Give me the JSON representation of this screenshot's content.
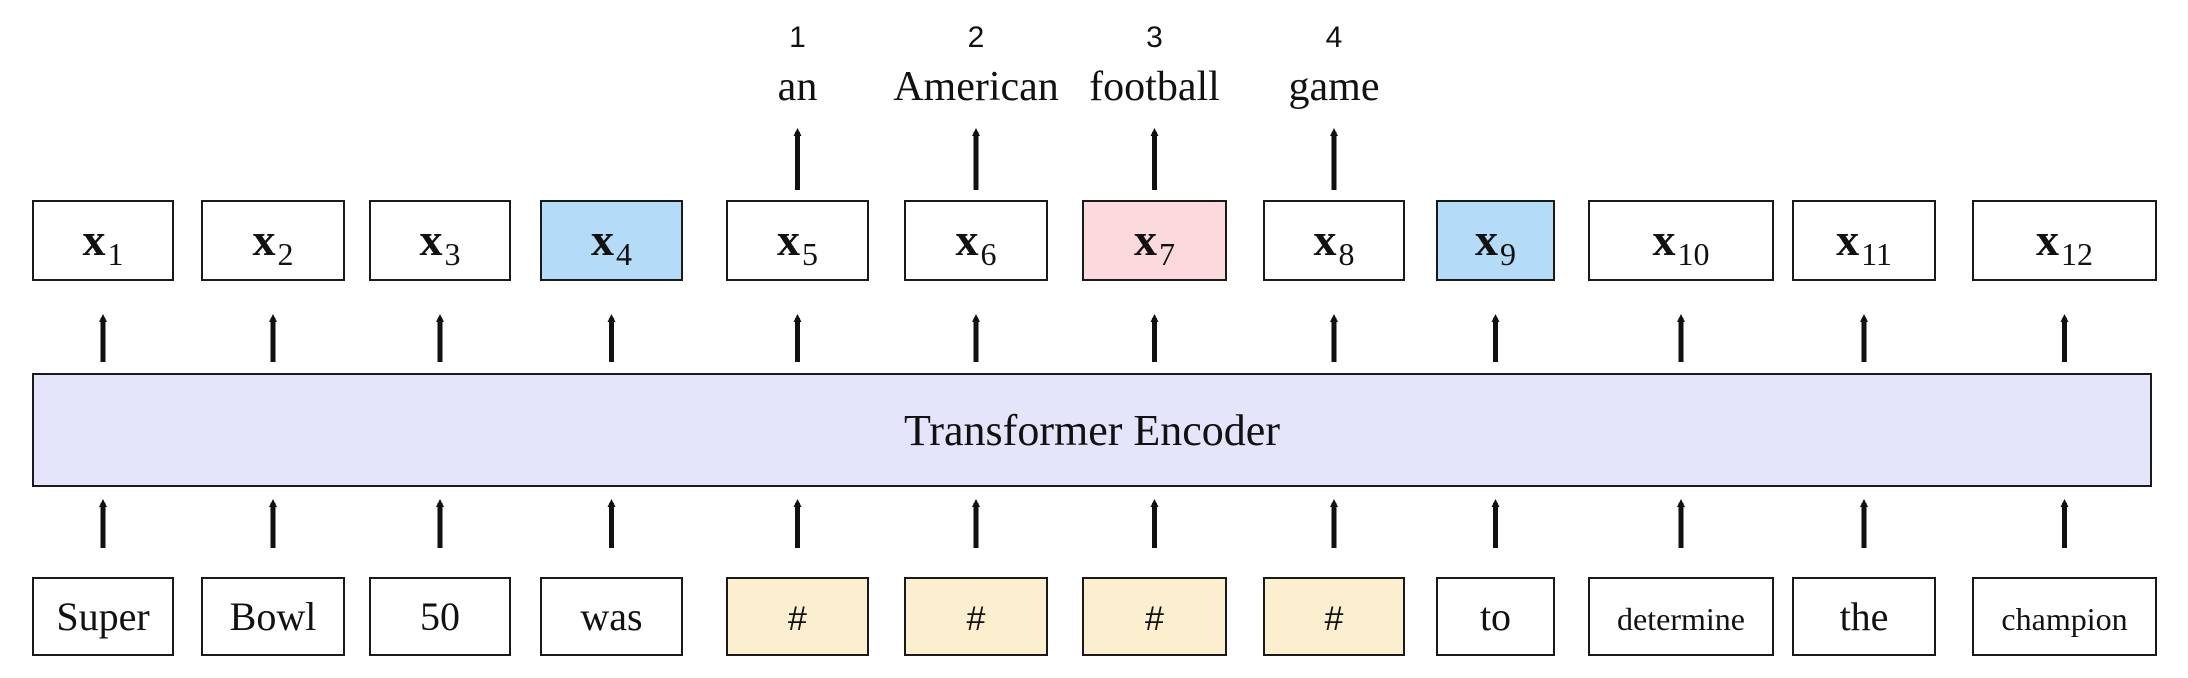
{
  "encoder": {
    "label": "Transformer Encoder",
    "fill": "#e4e4fb"
  },
  "colors": {
    "context_highlight": "#b4dcf8",
    "target_highlight": "#fbd9dd",
    "mask_fill": "#fcefcf",
    "default_fill": "#ffffff",
    "stroke": "#1a1a1a"
  },
  "input_tokens": [
    "Super",
    "Bowl",
    "50",
    "was",
    "#",
    "#",
    "#",
    "#",
    "to",
    "determine",
    "the",
    "champion"
  ],
  "outputs": [
    {
      "symbol": "x",
      "index": "1",
      "style": "default"
    },
    {
      "symbol": "x",
      "index": "2",
      "style": "default"
    },
    {
      "symbol": "x",
      "index": "3",
      "style": "default"
    },
    {
      "symbol": "x",
      "index": "4",
      "style": "context"
    },
    {
      "symbol": "x",
      "index": "5",
      "style": "default"
    },
    {
      "symbol": "x",
      "index": "6",
      "style": "default"
    },
    {
      "symbol": "x",
      "index": "7",
      "style": "target"
    },
    {
      "symbol": "x",
      "index": "8",
      "style": "default"
    },
    {
      "symbol": "x",
      "index": "9",
      "style": "context"
    },
    {
      "symbol": "x",
      "index": "10",
      "style": "default"
    },
    {
      "symbol": "x",
      "index": "11",
      "style": "default"
    },
    {
      "symbol": "x",
      "index": "12",
      "style": "default"
    }
  ],
  "predictions": [
    {
      "position": "1",
      "word": "an"
    },
    {
      "position": "2",
      "word": "American"
    },
    {
      "position": "3",
      "word": "football"
    },
    {
      "position": "4",
      "word": "game"
    }
  ]
}
